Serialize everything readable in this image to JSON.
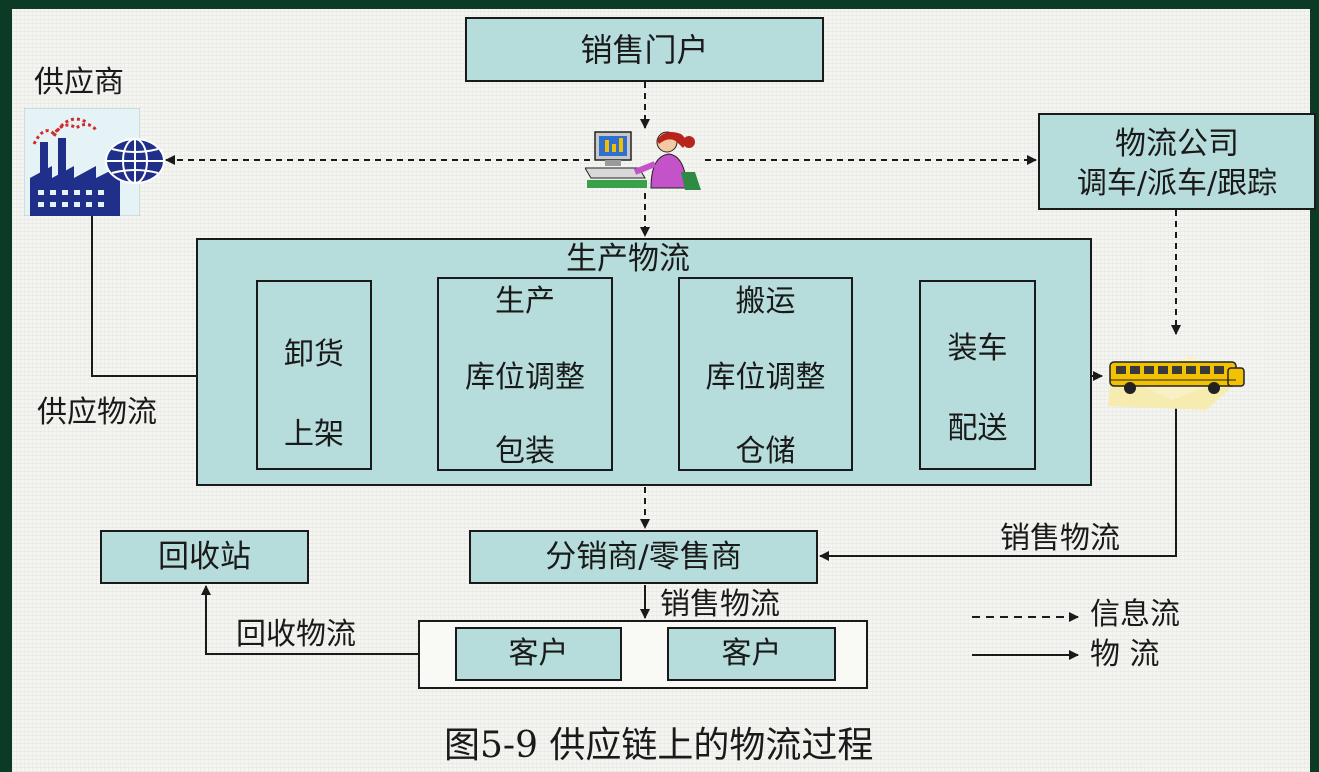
{
  "diagram": {
    "sales_portal": "销售门户",
    "supplier": "供应商",
    "logistics_company": {
      "line1": "物流公司",
      "line2": "调车/派车/跟踪"
    },
    "production_logistics": {
      "title": "生产物流",
      "unload": {
        "line1": "卸货",
        "line2": "上架"
      },
      "production": {
        "top": "生产",
        "middle": "库位调整",
        "bottom": "包装"
      },
      "handling": {
        "top": "搬运",
        "middle": "库位调整",
        "bottom": "仓储"
      },
      "loading": {
        "line1": "装车",
        "line2": "配送"
      }
    },
    "supply_logistics_label": "供应物流",
    "sales_logistics_right_label": "销售物流",
    "distributor": "分销商/零售商",
    "sales_logistics_mid_label": "销售物流",
    "recycling_station": "回收站",
    "recycling_logistics_label": "回收物流",
    "customer_1": "客户",
    "customer_2": "客户",
    "legend": {
      "info_flow": "信息流",
      "physical_flow": "物 流"
    },
    "caption": "图5-9 供应链上的物流过程"
  }
}
